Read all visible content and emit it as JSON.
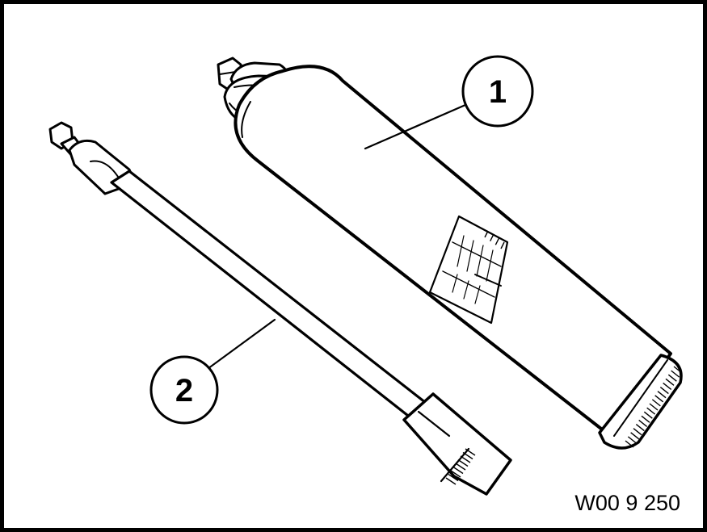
{
  "figure": {
    "callouts": [
      {
        "label": "1"
      },
      {
        "label": "2"
      }
    ],
    "figure_number": "W00 9 250",
    "colors": {
      "ink": "#000000",
      "paper": "#ffffff"
    }
  }
}
